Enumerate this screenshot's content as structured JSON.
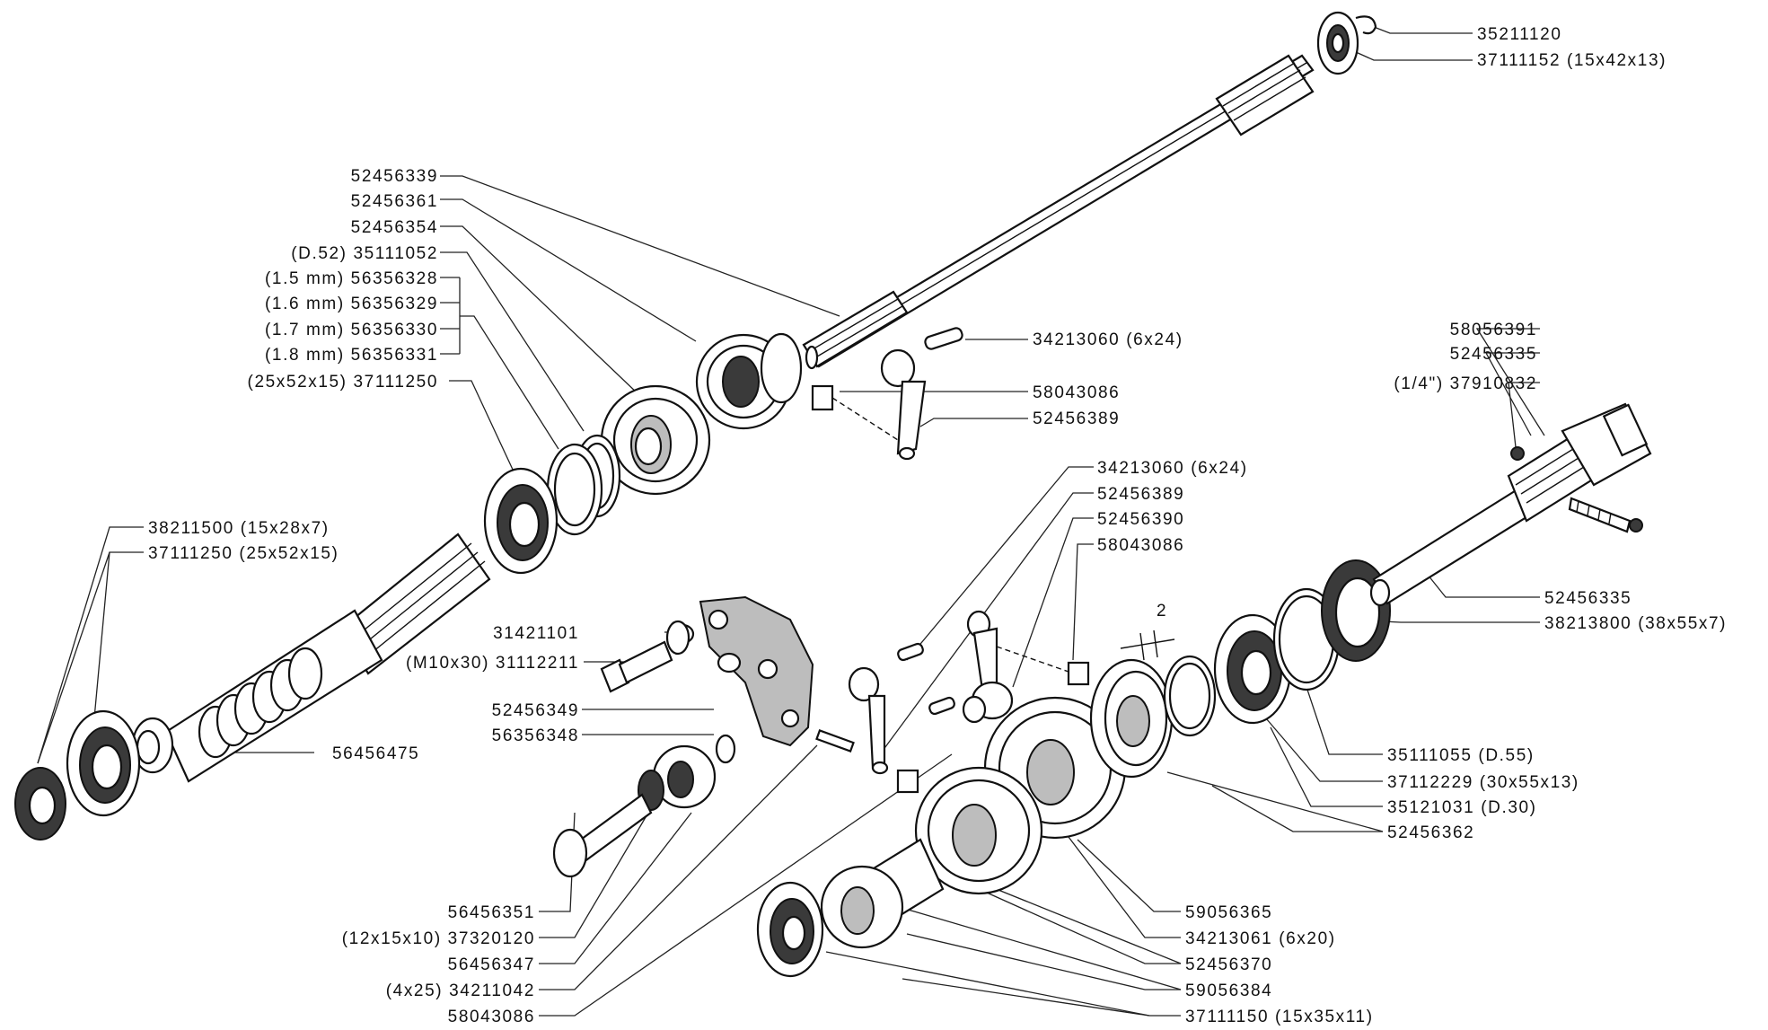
{
  "labels": [
    {
      "id": "l01",
      "text": "35211120"
    },
    {
      "id": "l02",
      "text": "37111152 (15x42x13)"
    },
    {
      "id": "l03",
      "text": "52456339"
    },
    {
      "id": "l04",
      "text": "52456361"
    },
    {
      "id": "l05",
      "text": "52456354"
    },
    {
      "id": "l06",
      "text": "(D.52) 35111052"
    },
    {
      "id": "l07",
      "text": "(1.5 mm) 56356328"
    },
    {
      "id": "l08",
      "text": "(1.6 mm) 56356329"
    },
    {
      "id": "l09",
      "text": "(1.7 mm) 56356330"
    },
    {
      "id": "l10",
      "text": "(1.8 mm) 56356331"
    },
    {
      "id": "l11",
      "text": "(25x52x15) 37111250"
    },
    {
      "id": "l12",
      "text": "34213060 (6x24)"
    },
    {
      "id": "l13",
      "text": "58043086"
    },
    {
      "id": "l14",
      "text": "52456389"
    },
    {
      "id": "l15",
      "text": "58056391"
    },
    {
      "id": "l16",
      "text": "52456335"
    },
    {
      "id": "l17",
      "text": "(1/4\") 37910832"
    },
    {
      "id": "l18",
      "text": "38211500 (15x28x7)"
    },
    {
      "id": "l19",
      "text": "37111250 (25x52x15)"
    },
    {
      "id": "l20",
      "text": "34213060 (6x24)"
    },
    {
      "id": "l21",
      "text": "52456389"
    },
    {
      "id": "l22",
      "text": "52456390"
    },
    {
      "id": "l23",
      "text": "58043086"
    },
    {
      "id": "l24",
      "text": "52456335"
    },
    {
      "id": "l25",
      "text": "38213800 (38x55x7)"
    },
    {
      "id": "l26",
      "text": "31421101"
    },
    {
      "id": "l27",
      "text": "(M10x30) 31112211"
    },
    {
      "id": "l28",
      "text": "52456349"
    },
    {
      "id": "l29",
      "text": "56356348"
    },
    {
      "id": "l30",
      "text": "56456475"
    },
    {
      "id": "l31",
      "text": "35111055 (D.55)"
    },
    {
      "id": "l32",
      "text": "37112229 (30x55x13)"
    },
    {
      "id": "l33",
      "text": "35121031 (D.30)"
    },
    {
      "id": "l34",
      "text": "52456362"
    },
    {
      "id": "l35",
      "text": "56456351"
    },
    {
      "id": "l36",
      "text": "(12x15x10) 37320120"
    },
    {
      "id": "l37",
      "text": "56456347"
    },
    {
      "id": "l38",
      "text": "(4x25) 34211042"
    },
    {
      "id": "l39",
      "text": "58043086"
    },
    {
      "id": "l40",
      "text": "59056365"
    },
    {
      "id": "l41",
      "text": "34213061 (6x20)"
    },
    {
      "id": "l42",
      "text": "52456370"
    },
    {
      "id": "l43",
      "text": "59056384"
    },
    {
      "id": "l44",
      "text": "37111150 (15x35x11)"
    }
  ],
  "marker": {
    "text": "2"
  }
}
